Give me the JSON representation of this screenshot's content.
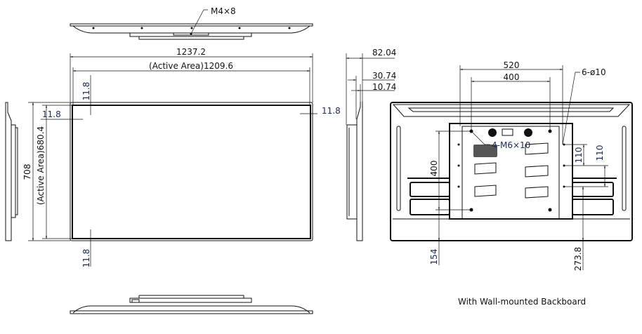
{
  "labels": {
    "screw_top": "M4×8",
    "overall_width": "1237.2",
    "active_width": "(Active Area)1209.6",
    "bezel_top": "11.8",
    "bezel_left": "11.8",
    "bezel_right": "11.8",
    "bezel_bottom": "11.8",
    "overall_height": "708",
    "active_height": "(Active Area)680.4",
    "depth_total": "82.04",
    "depth_mid": "30.74",
    "depth_thin": "10.74",
    "vesa_outer_width": "520",
    "vesa_inner_width": "400",
    "holes_note": "6-ø10",
    "screws_note": "4-M6×10",
    "vesa_height": "400",
    "hole_spacing_1": "110",
    "hole_spacing_2": "110",
    "bottom_offset_left": "154",
    "bottom_offset_right": "273.8",
    "caption": "With Wall-mounted Backboard"
  }
}
